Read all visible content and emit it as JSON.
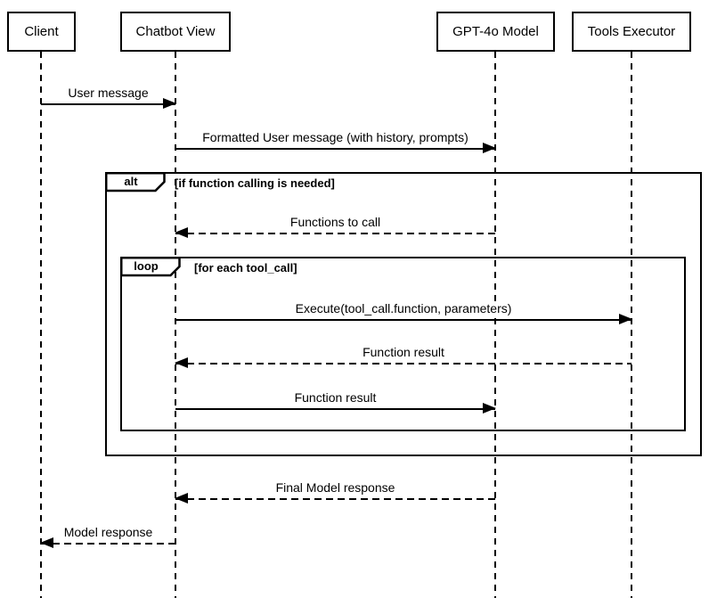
{
  "diagram": {
    "type": "sequence",
    "colors": {
      "line": "#000000",
      "background": "#ffffff",
      "text": "#000000"
    },
    "actors": [
      {
        "name": "Client"
      },
      {
        "name": "Chatbot View"
      },
      {
        "name": "GPT-4o Model"
      },
      {
        "name": "Tools Executor"
      }
    ],
    "messages": [
      {
        "label": "User message",
        "from": "Client",
        "to": "Chatbot View",
        "line": "solid"
      },
      {
        "label": "Formatted User message (with history, prompts)",
        "from": "Chatbot View",
        "to": "GPT-4o Model",
        "line": "solid"
      },
      {
        "label": "Functions to call",
        "from": "GPT-4o Model",
        "to": "Chatbot View",
        "line": "dashed"
      },
      {
        "label": "Execute(tool_call.function, parameters)",
        "from": "Chatbot View",
        "to": "Tools Executor",
        "line": "solid"
      },
      {
        "label": "Function result",
        "from": "Tools Executor",
        "to": "Chatbot View",
        "line": "dashed"
      },
      {
        "label": "Function result",
        "from": "Chatbot View",
        "to": "GPT-4o Model",
        "line": "solid"
      },
      {
        "label": "Final Model response",
        "from": "GPT-4o Model",
        "to": "Chatbot View",
        "line": "dashed"
      },
      {
        "label": "Model response",
        "from": "Chatbot View",
        "to": "Client",
        "line": "dashed"
      }
    ],
    "frames": [
      {
        "operator": "alt",
        "guard": "[if function calling is needed]"
      },
      {
        "operator": "loop",
        "guard": "[for each tool_call]"
      }
    ]
  }
}
